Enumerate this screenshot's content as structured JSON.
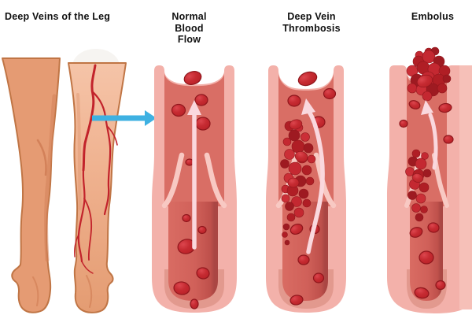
{
  "figure": {
    "subject": "Deep Vein Thrombosis medical illustration",
    "panels": [
      "legs",
      "normal-blood-flow",
      "deep-vein-thrombosis",
      "embolus"
    ]
  },
  "labels": {
    "deep_veins": "Deep Veins of the Leg",
    "normal_flow_lines": [
      "Normal",
      "Blood",
      "Flow"
    ],
    "dvt_lines": [
      "Deep Vein",
      "Thrombosis"
    ],
    "embolus": "Embolus"
  },
  "colors": {
    "background": "#FFFFFF",
    "label_text": "#101010",
    "skin": "#E59B73",
    "skin_light_top": "#F5C4A8",
    "skin_outline": "#C07545",
    "vein_red": "#C2232B",
    "pointer_arrow_blue": "#3EB1E2",
    "vessel_wall_pink": "#F3B1AA",
    "vessel_lumen": "#D96E65",
    "vessel_bottom_wash": "#E2998E",
    "valve_pink": "#F8C9C3",
    "flow_arrow_pink": "#FAD8DE",
    "blood_cell_red": "#C1272D",
    "blood_cell_rim": "#8F161C",
    "clot_red": "#A81D24",
    "highlight_dome": "#F6F4F1"
  }
}
